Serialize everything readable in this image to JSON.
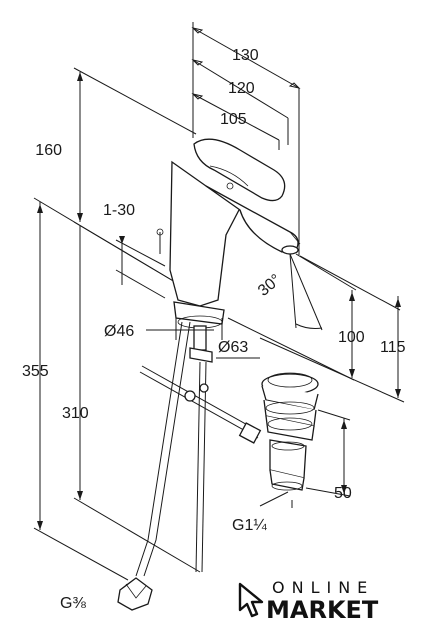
{
  "dimensions": {
    "d130": "130",
    "d120": "120",
    "d105": "105",
    "d160": "160",
    "d1_30": "1-30",
    "d30deg": "30°",
    "d46": "Ø46",
    "d63": "Ø63",
    "d100": "100",
    "d115": "115",
    "d355": "355",
    "d310": "310",
    "d50": "50",
    "g114": "G1¼",
    "g38": "G⅜"
  },
  "logo": {
    "line1": "ONLINE",
    "line2": "MARKET"
  }
}
